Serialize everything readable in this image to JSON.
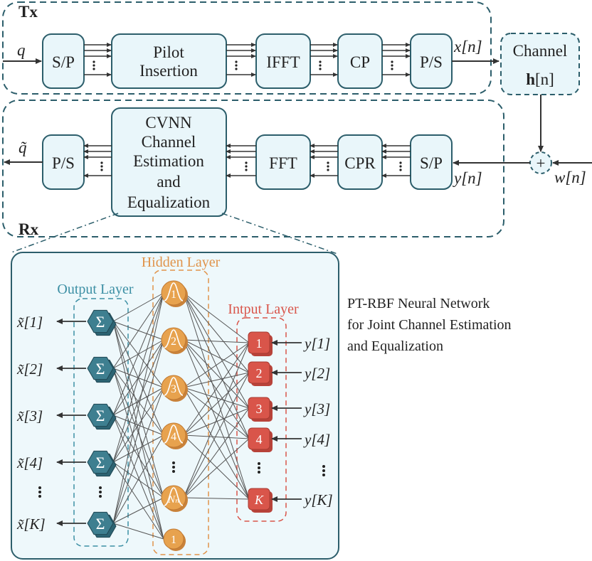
{
  "tx": {
    "section_label": "Tx",
    "input_symbol": "q",
    "blocks": [
      "S/P",
      "Pilot Insertion",
      "IFFT",
      "CP",
      "P/S"
    ],
    "output_signal": "x[n]"
  },
  "channel": {
    "title": "Channel",
    "symbol": "h[n]"
  },
  "noise": {
    "symbol": "w[n]",
    "adder": "+"
  },
  "rx": {
    "section_label": "Rx",
    "input_signal": "y[n]",
    "blocks": [
      "S/P",
      "CPR",
      "FFT",
      "CVNN Channel Estimation and Equalization",
      "P/S"
    ],
    "output_symbol": "q̃"
  },
  "network": {
    "caption_lines": [
      "PT-RBF Neural Network",
      "for Joint Channel Estimation",
      "and Equalization"
    ],
    "output_layer_label": "Output Layer",
    "hidden_layer_label": "Hidden Layer",
    "input_layer_label": "Intput Layer",
    "output_node_symbol": "Σ",
    "outputs": [
      "x̃[1]",
      "x̃[2]",
      "x̃[3]",
      "x̃[4]",
      "x̃[K]"
    ],
    "hidden_nodes": [
      "1",
      "2",
      "3",
      "4",
      "Nₙ",
      "1"
    ],
    "input_nodes": [
      "1",
      "2",
      "3",
      "4",
      "K"
    ],
    "inputs": [
      "y[1]",
      "y[2]",
      "y[3]",
      "y[4]",
      "y[K]"
    ],
    "colors": {
      "block_fill": "#e9f6fa",
      "block_stroke": "#2c5e6b",
      "output_node": "#3e7f90",
      "hidden_node": "#e7a24e",
      "input_node": "#d9554a",
      "hidden_label": "#e0934a",
      "input_label": "#d9554a",
      "output_label": "#3c8fa4"
    }
  }
}
